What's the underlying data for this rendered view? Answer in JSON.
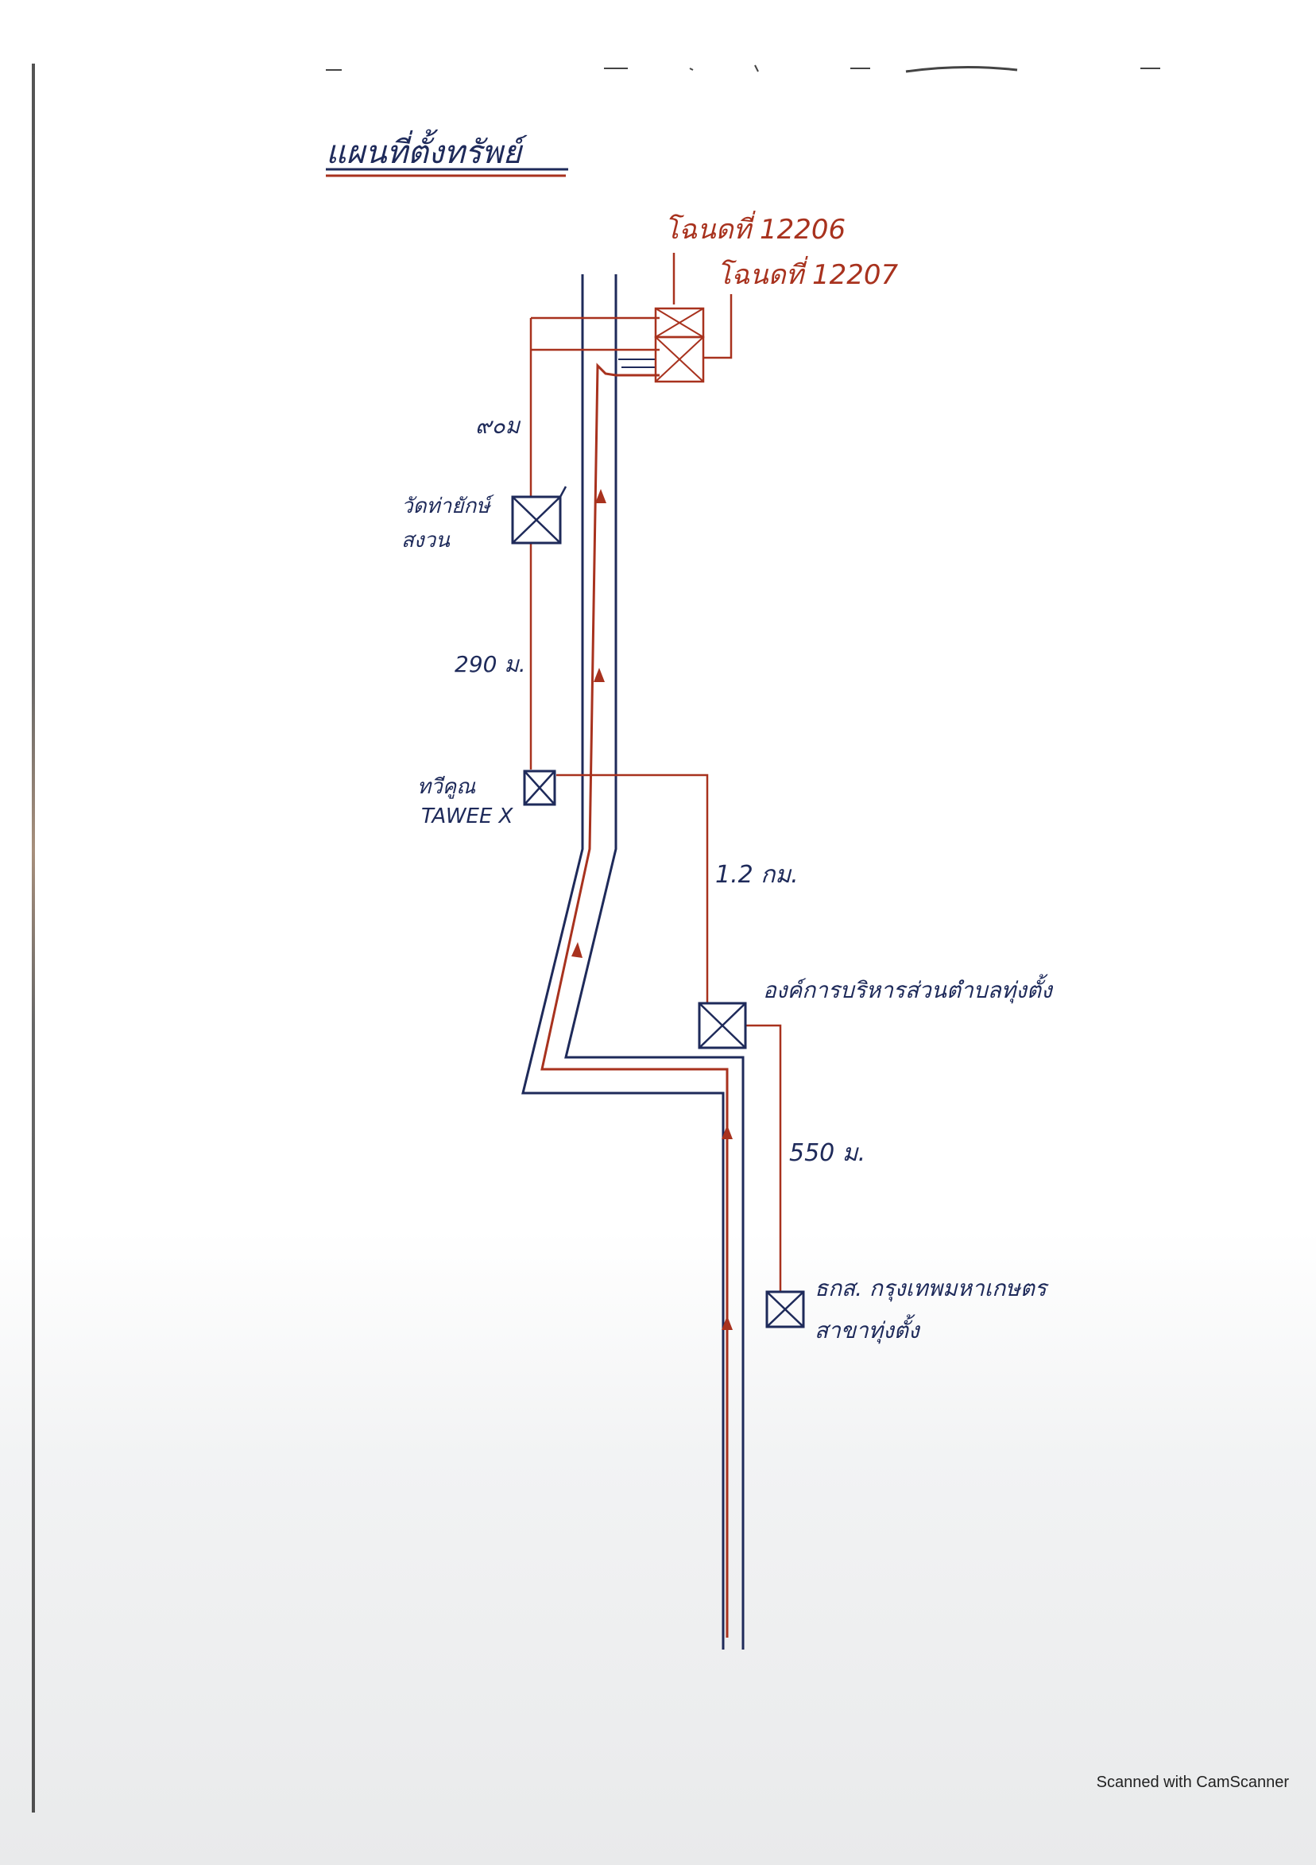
{
  "title": "แผนที่ตั้งทรัพย์",
  "plots": {
    "plot1": "โฉนดที่ 12206",
    "plot2": "โฉนดที่ 12207"
  },
  "places": {
    "temple_label_line1": "วัดท่ายักษ์",
    "temple_label_line2": "สงวน",
    "shop_label_line1": "ทวีคูณ",
    "shop_label_line2": "TAWEE X",
    "sao_label": "องค์การบริหารส่วนตำบลทุ่งตั้ง",
    "bank_label_line1": "ธกส. กรุงเทพมหาเกษตร",
    "bank_label_line2": "สาขาทุ่งตั้ง"
  },
  "distances": {
    "d1": "๙๐ม",
    "d2": "290 ม.",
    "d3": "1.2 กม.",
    "d4": "550 ม."
  },
  "watermark": "Scanned with CamScanner",
  "colors": {
    "ink_blue": "#1e2a5a",
    "ink_red": "#a8321e"
  }
}
